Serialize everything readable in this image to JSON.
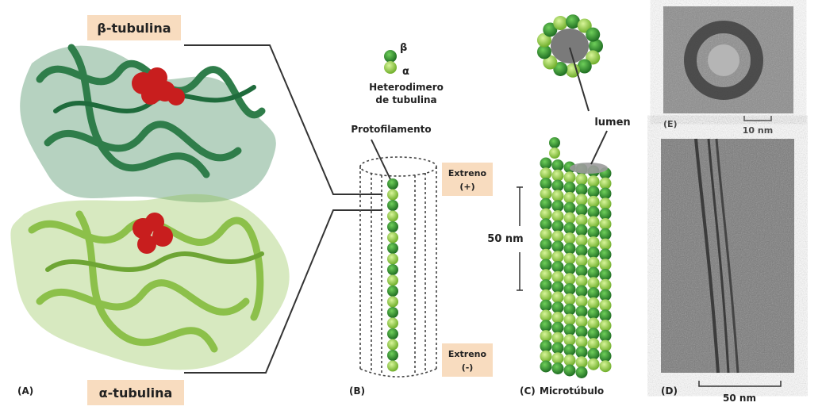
{
  "labels": {
    "beta_tubulin": "β-tubulina",
    "alpha_tubulin": "α-tubulina",
    "beta_symbol": "β",
    "alpha_symbol": "α",
    "heterodimer_line1": "Heterodimero",
    "heterodimer_line2": "de tubulina",
    "protofilament": "Protofilamento",
    "plus_end_line1": "Extreno",
    "plus_end_line2": "(+)",
    "minus_end_line1": "Extreno",
    "minus_end_line2": "(-)",
    "scale_c": "50 nm",
    "lumen": "lumen",
    "microtubule": "Microtúbulo",
    "scale_e": "10 nm",
    "scale_d": "50 nm"
  },
  "panels": {
    "a": "(A)",
    "b": "(B)",
    "c": "(C)",
    "d": "(D)",
    "e": "(E)"
  },
  "colors": {
    "dark_green": "#2f7d4a",
    "light_green": "#8cc04a",
    "ligand_red": "#c81e1e",
    "label_box": "#f8dcbf",
    "lumen_gray": "#808080"
  }
}
